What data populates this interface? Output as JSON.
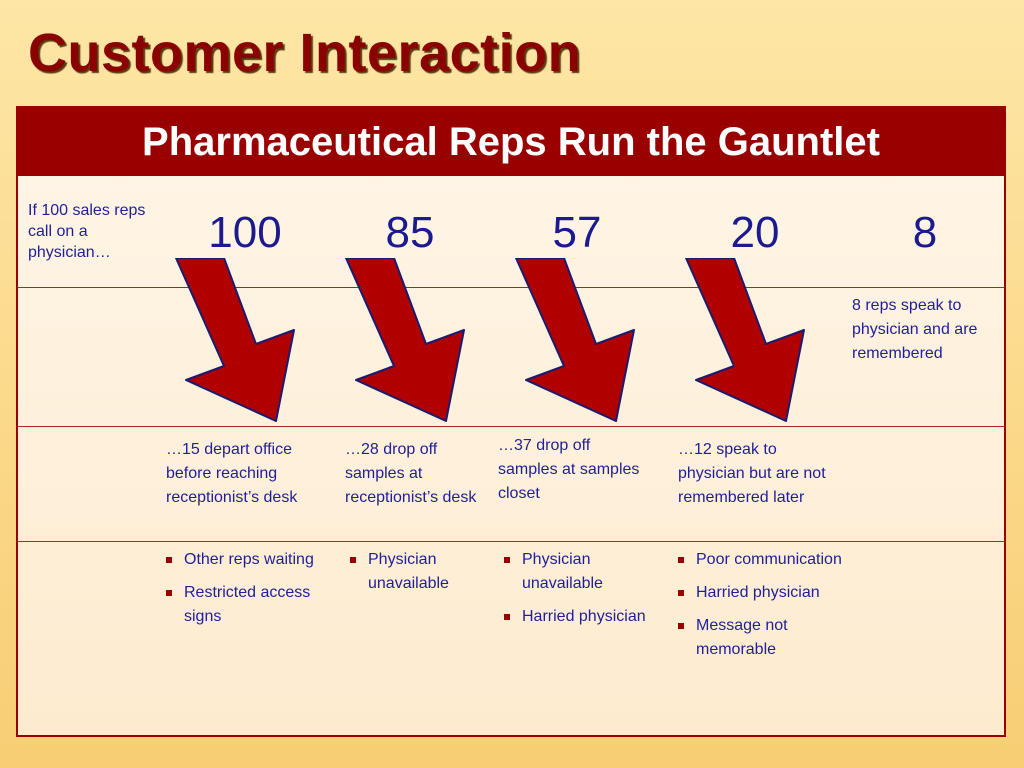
{
  "slide": {
    "title": "Customer Interaction"
  },
  "panel": {
    "header": "Pharmaceutical Reps Run the Gauntlet",
    "intro": "If 100 sales reps call on a physician…",
    "counts": [
      "100",
      "85",
      "57",
      "20",
      "8"
    ],
    "steps": [
      {
        "description": "…15 depart office before reaching receptionist’s desk",
        "reasons": [
          "Other reps waiting",
          "Restricted access signs"
        ]
      },
      {
        "description": "…28 drop off samples at receptionist’s desk",
        "reasons": [
          "Physician unavailable"
        ]
      },
      {
        "description": "…37 drop off samples at samples closet",
        "reasons": [
          "Physician unavailable",
          "Harried physician"
        ]
      },
      {
        "description": "…12 speak to physician but are not remembered later",
        "reasons": [
          "Poor communication",
          "Harried physician",
          "Message not memorable"
        ]
      }
    ],
    "final_note": "8 reps speak to physician and are remembered"
  },
  "colors": {
    "accent": "#990000",
    "text": "#1f1f99",
    "background": "#fbd98a"
  },
  "icons": {
    "arrow": "down-right-arrow-icon",
    "bullet": "square-bullet-icon"
  }
}
